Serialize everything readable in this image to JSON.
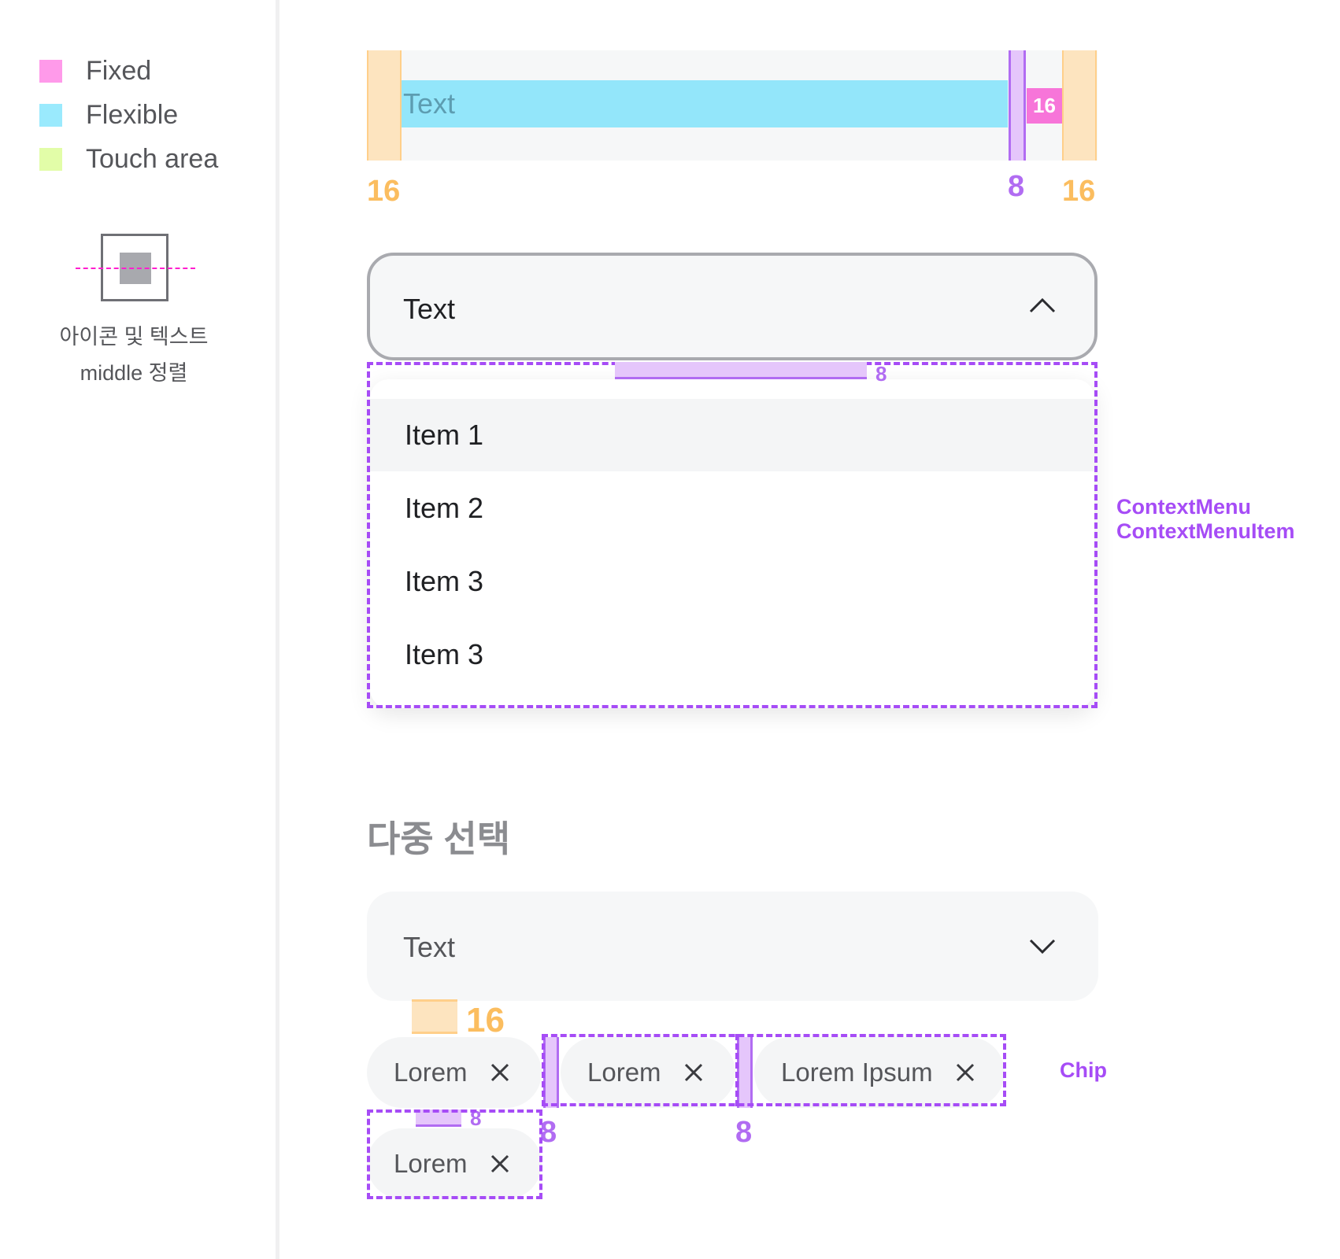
{
  "legend": {
    "items": [
      {
        "label": "Fixed",
        "color": "#ff9aea"
      },
      {
        "label": "Flexible",
        "color": "#9aeafd"
      },
      {
        "label": "Touch area",
        "color": "#e2fda8"
      }
    ],
    "alignment_caption_line1": "아이콘 및 텍스트",
    "alignment_caption_line2": "middle 정렬"
  },
  "spacing_diagram": {
    "text": "Text",
    "padding_left": "16",
    "gap": "8",
    "icon_size": "16",
    "padding_right": "16"
  },
  "select_open": {
    "text": "Text",
    "icon": "chevron-up-icon",
    "menu_gap": "8",
    "items": [
      "Item 1",
      "Item 2",
      "Item 3",
      "Item 3"
    ],
    "component_labels": [
      "ContextMenu",
      "ContextMenuItem"
    ]
  },
  "multi_select": {
    "section_title": "다중 선택",
    "field_text": "Text",
    "icon": "chevron-down-icon",
    "top_gap": "16",
    "chips_row1": [
      "Lorem",
      "Lorem",
      "Lorem Ipsum"
    ],
    "chips_row2": [
      "Lorem"
    ],
    "chip_gap_horizontal_1": "8",
    "chip_gap_horizontal_2": "8",
    "chip_gap_vertical": "8",
    "component_label": "Chip"
  },
  "colors": {
    "fixed": "#ff9aea",
    "flexible": "#9aeafd",
    "touch_area": "#e2fda8",
    "padding": "#fde4bf",
    "annotation": "#a64cf6"
  }
}
